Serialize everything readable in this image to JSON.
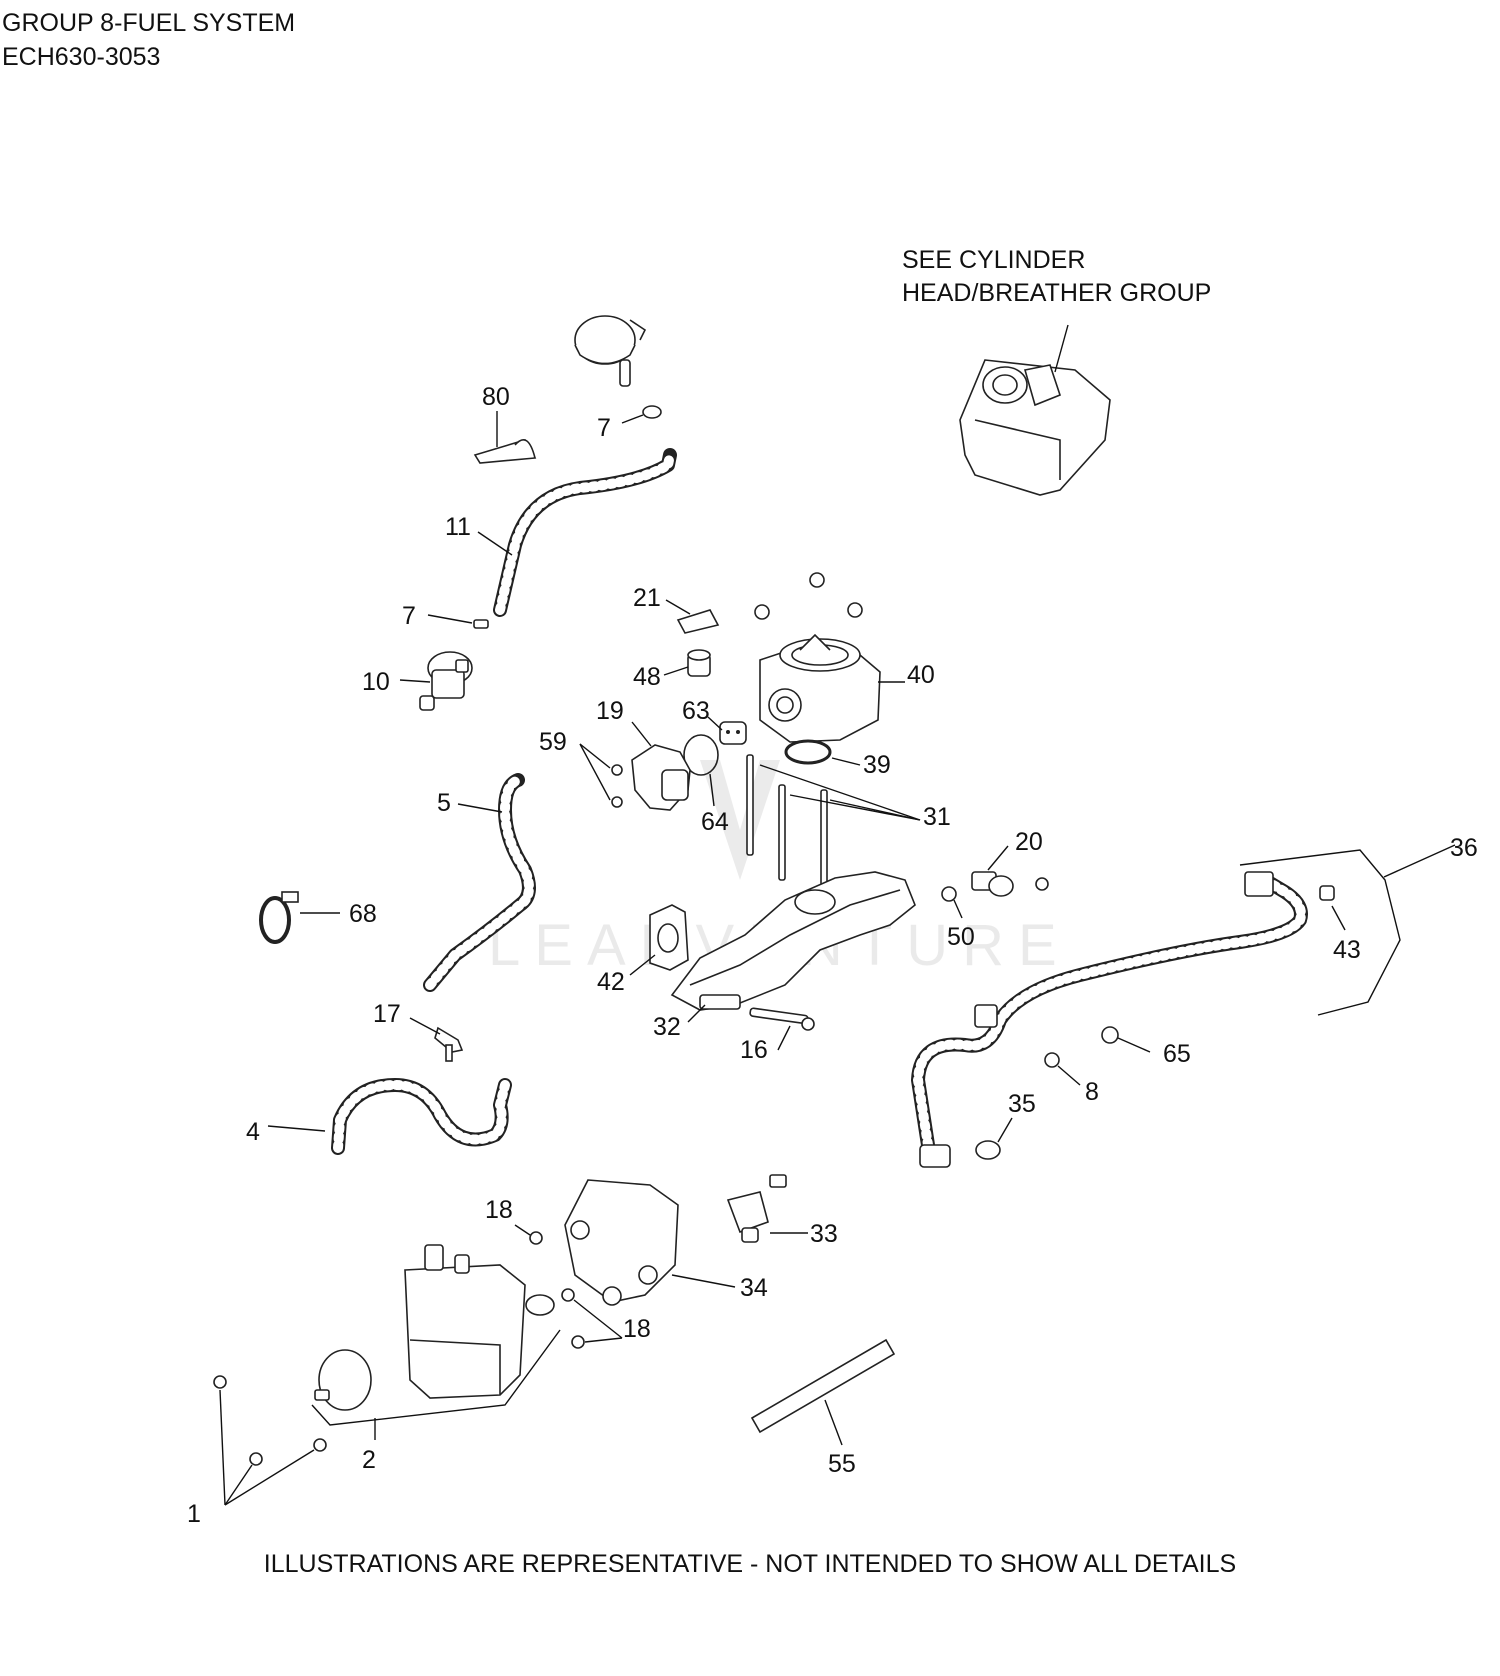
{
  "header": {
    "group_title": "GROUP 8-FUEL SYSTEM",
    "model_code": "ECH630-3053"
  },
  "reference_note": {
    "line1": "SEE CYLINDER",
    "line2": "HEAD/BREATHER GROUP"
  },
  "watermark": "LEADVENTURE",
  "footer_note": "ILLUSTRATIONS ARE REPRESENTATIVE - NOT INTENDED TO SHOW ALL DETAILS",
  "callouts": {
    "c80": "80",
    "c7a": "7",
    "c11": "11",
    "c7b": "7",
    "c21": "21",
    "c48": "48",
    "c40": "40",
    "c10": "10",
    "c19": "19",
    "c63": "63",
    "c59": "59",
    "c39": "39",
    "c64": "64",
    "c5": "5",
    "c31": "31",
    "c20": "20",
    "c36": "36",
    "c68": "68",
    "c50": "50",
    "c43": "43",
    "c42": "42",
    "c32": "32",
    "c17": "17",
    "c16": "16",
    "c65": "65",
    "c8": "8",
    "c4": "4",
    "c35": "35",
    "c18a": "18",
    "c33": "33",
    "c34": "34",
    "c18b": "18",
    "c2": "2",
    "c55": "55",
    "c1": "1"
  }
}
